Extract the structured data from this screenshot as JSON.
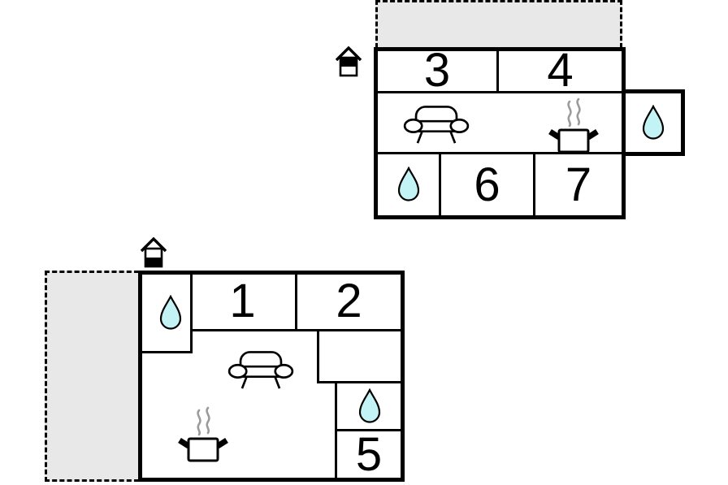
{
  "colors": {
    "wall": "#000000",
    "terrace_fill": "#e8e8e8",
    "water_drop_fill": "#c4f3f6",
    "steam": "#9b9b9b",
    "background": "#ffffff"
  },
  "upper_plan": {
    "rooms": [
      {
        "label": "3"
      },
      {
        "label": "4"
      },
      {
        "label": "6"
      },
      {
        "label": "7"
      }
    ],
    "icons": [
      "storey-indicator-upper-icon",
      "sofa-icon",
      "cooking-pot-icon",
      "water-drop-icon",
      "water-drop-icon"
    ],
    "terrace": "dashed-terrace-top"
  },
  "lower_plan": {
    "rooms": [
      {
        "label": "1"
      },
      {
        "label": "2"
      },
      {
        "label": "5"
      }
    ],
    "icons": [
      "storey-indicator-ground-icon",
      "water-drop-icon",
      "sofa-icon",
      "cooking-pot-icon",
      "water-drop-icon"
    ],
    "terrace": "dashed-terrace-left"
  }
}
